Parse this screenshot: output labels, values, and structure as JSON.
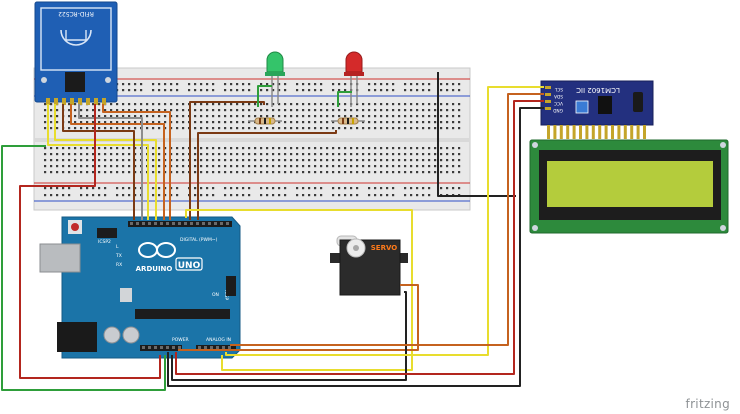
{
  "rfid": {
    "label": "RFID-RC522"
  },
  "arduino": {
    "brand": "ARDUINO",
    "model": "UNO",
    "icsp_top": "ICSP2",
    "icsp_side": "ICSP",
    "tx": "TX",
    "rx": "RX",
    "on": "ON",
    "l": "L",
    "digital": "DIGITAL (PWM~)",
    "power": "POWER",
    "analog": "ANALOG IN"
  },
  "lcd": {
    "label": "LCM1602 IIC",
    "pins": [
      "SCL",
      "SDA",
      "VCC",
      "GND"
    ]
  },
  "servo": {
    "label": "SERVO"
  },
  "watermark": "fritzing",
  "colors": {
    "wire_red": "#b3261e",
    "wire_green": "#2e9e3a",
    "wire_yellow": "#e8dd2e",
    "wire_orange": "#c5621f",
    "wire_brown": "#7b3a14",
    "wire_black": "#222222",
    "wire_grey": "#8d8d8d",
    "arduino_blue": "#1b74a8",
    "rfid_blue": "#1f5fb4",
    "lcd_green": "#2d8a3c",
    "lcd_screen": "#b4cc3c",
    "lcd_backpack": "#23307f",
    "led_green": "#34c46a",
    "led_red": "#d42a2a"
  }
}
